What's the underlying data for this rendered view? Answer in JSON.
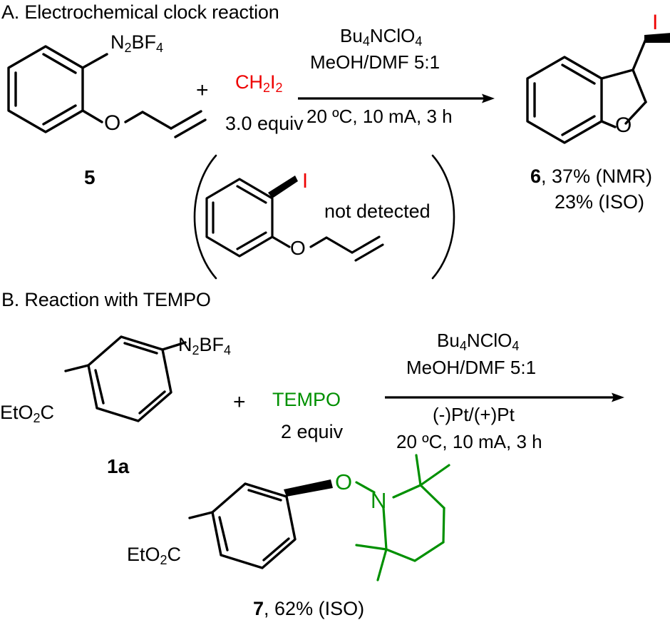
{
  "figure": {
    "type": "chemical-reaction-scheme",
    "panels": [
      {
        "id": "A",
        "title": "A. Electrochemical clock reaction",
        "reactants": [
          {
            "label": "5",
            "name": "2-(allyloxy)benzenediazonium tetrafluoroborate",
            "substituents": [
              "N2BF4",
              "O-allyl"
            ],
            "color": "#000000"
          },
          {
            "formula_parts": [
              "CH",
              "2",
              "I",
              "2"
            ],
            "formula_plain": "CH2I2",
            "equiv": "3.0 equiv",
            "color": "#ee0000"
          }
        ],
        "plus_sign": "+",
        "conditions": {
          "above": [
            "Bu4NClO4",
            "MeOH/DMF 5:1"
          ],
          "below": [
            "20 ºC, 10 mA, 3 h"
          ],
          "electrolyte_parts": [
            "Bu",
            "4",
            "NClO",
            "4"
          ],
          "solvent": "MeOH/DMF 5:1",
          "temp_current_time": "20 ºC, 10 mA, 3 h",
          "temp_value": "20",
          "temp_unit": "ºC",
          "current": "10 mA",
          "time": "3 h"
        },
        "product": {
          "label": "6",
          "name": "3-(iodomethyl)-2,3-dihydrobenzofuran",
          "yield_primary": "6, 37% (NMR)",
          "yield_secondary": "23% (ISO)",
          "yield_nmr_value": "37%",
          "yield_iso_value": "23%",
          "halogen_label": "I",
          "halogen_color": "#ee0000",
          "ring_oxygen_label": "O"
        },
        "bracketed_byproduct": {
          "annotation": "not detected",
          "name": "1-(allyloxy)-2-iodobenzene",
          "halogen_label": "I",
          "halogen_color": "#ee0000",
          "ether_label": "O"
        }
      },
      {
        "id": "B",
        "title": "B. Reaction with TEMPO",
        "reactants": [
          {
            "label": "1a",
            "name": "ethyl 4-(diazonio)benzoate tetrafluoroborate",
            "ester_label_parts": [
              "EtO",
              "2",
              "C"
            ],
            "ester_label_plain": "EtO2C",
            "diazonium_parts": [
              "N",
              "2",
              "BF",
              "4"
            ],
            "diazonium_plain": "N2BF4",
            "color": "#000000"
          },
          {
            "formula_plain": "TEMPO",
            "equiv": "2 equiv",
            "color": "#009000"
          }
        ],
        "plus_sign": "+",
        "conditions": {
          "above": [
            "Bu4NClO4",
            "MeOH/DMF 5:1"
          ],
          "below": [
            "(-)Pt/(+)Pt",
            "20 ºC, 10 mA, 3 h"
          ],
          "electrolyte_parts": [
            "Bu",
            "4",
            "NClO",
            "4"
          ],
          "solvent": "MeOH/DMF 5:1",
          "electrodes": "(-)Pt/(+)Pt",
          "temp_current_time": "20 ºC, 10 mA, 3 h"
        },
        "product": {
          "label": "7",
          "name": "ethyl 4-((2,2,6,6-tetramethylpiperidin-1-yl)oxy)benzoate",
          "yield_primary": "7, 62% (ISO)",
          "yield_iso_value": "62%",
          "ester_label_parts": [
            "EtO",
            "2",
            "C"
          ],
          "ester_label_plain": "EtO2C",
          "oxygen_label": "O",
          "nitrogen_label": "N",
          "tempo_color": "#009000",
          "aryl_color": "#000000"
        }
      }
    ]
  },
  "colors": {
    "black": "#000000",
    "red": "#ee0000",
    "green": "#009000",
    "background": "#ffffff"
  },
  "glyphs": {
    "plus": "+",
    "degree": "º",
    "paren_open": "(",
    "paren_close": ")"
  }
}
